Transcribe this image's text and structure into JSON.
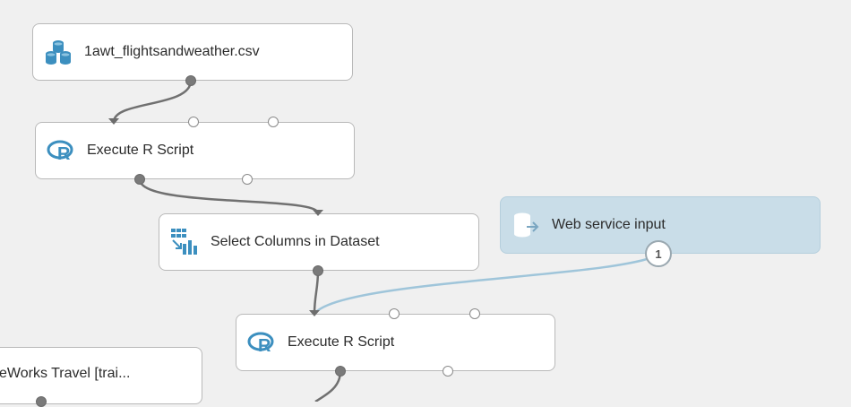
{
  "nodes": {
    "dataset": {
      "label": "1awt_flightsandweather.csv",
      "icon": "dataset-icon"
    },
    "r_script_1": {
      "label": "Execute R Script",
      "icon": "r-language-icon"
    },
    "select_columns": {
      "label": "Select Columns in Dataset",
      "icon": "select-columns-icon"
    },
    "web_service_input": {
      "label": "Web service input",
      "icon": "web-service-input-icon",
      "badge": "1"
    },
    "r_script_2": {
      "label": "Execute R Script",
      "icon": "r-language-icon"
    },
    "partial": {
      "label": "eWorks Travel [trai..."
    }
  },
  "colors": {
    "canvas": "#f0f0f0",
    "module_bg": "#ffffff",
    "web_service_bg": "#c9dde8",
    "icon_blue": "#3c8fbf",
    "wire": "#707070",
    "web_service_wire": "#9fc5da"
  }
}
